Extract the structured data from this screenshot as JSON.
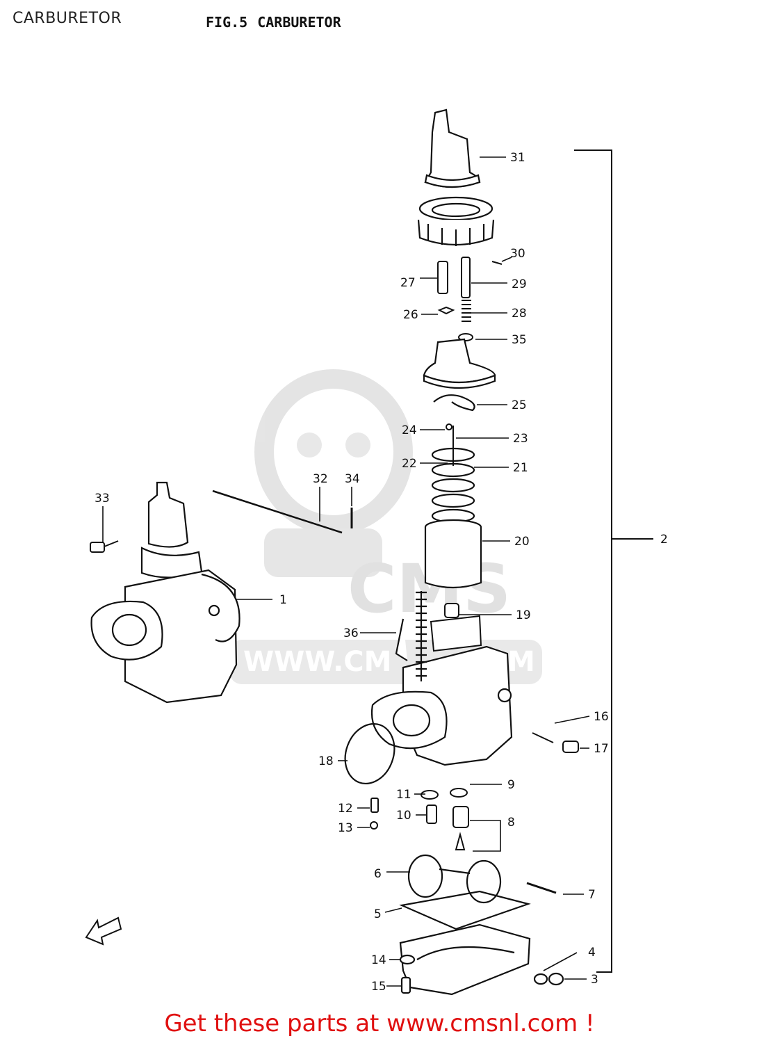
{
  "page": {
    "title": "CARBURETOR"
  },
  "figure": {
    "number": "FIG.5",
    "name": "CARBURETOR"
  },
  "watermark": {
    "brand": "CMS",
    "url_fragment": "WWW.CM",
    "url_tail": "M"
  },
  "callouts": [
    "1",
    "2",
    "3",
    "4",
    "5",
    "6",
    "7",
    "8",
    "9",
    "10",
    "11",
    "12",
    "13",
    "14",
    "15",
    "16",
    "17",
    "18",
    "19",
    "20",
    "21",
    "22",
    "23",
    "24",
    "25",
    "26",
    "27",
    "28",
    "29",
    "30",
    "31",
    "32",
    "33",
    "34",
    "35",
    "36"
  ],
  "footer": {
    "text": "Get these parts at www.cmsnl.com !"
  },
  "colors": {
    "footer": "#e01010",
    "line_art": "#111111",
    "watermark": "#d8d8d8"
  }
}
